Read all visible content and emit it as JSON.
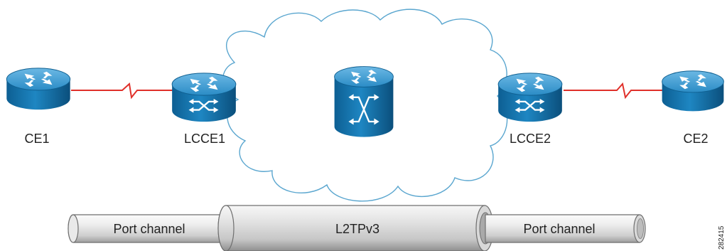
{
  "nodes": {
    "ce1": "CE1",
    "lcce1": "LCCE1",
    "lcce2": "LCCE2",
    "ce2": "CE2"
  },
  "tunnel": {
    "left_segment": "Port channel",
    "middle_segment": "L2TPv3",
    "right_segment": "Port channel"
  },
  "figure_id": "282415",
  "colors": {
    "router_body": "#1d79b3",
    "router_top": "#55a8d9",
    "router_dark": "#0e5a8a",
    "link": "#e0302a",
    "cloud_stroke": "#5aa6cf",
    "pipe_light": "#f2f2f2",
    "pipe_dark": "#a8a8a8"
  },
  "icons": {
    "router": "router-icon",
    "switching_router": "switching-router-icon",
    "core_switch": "core-switch-icon",
    "cloud": "network-cloud",
    "pipe": "tunnel-pipe"
  }
}
